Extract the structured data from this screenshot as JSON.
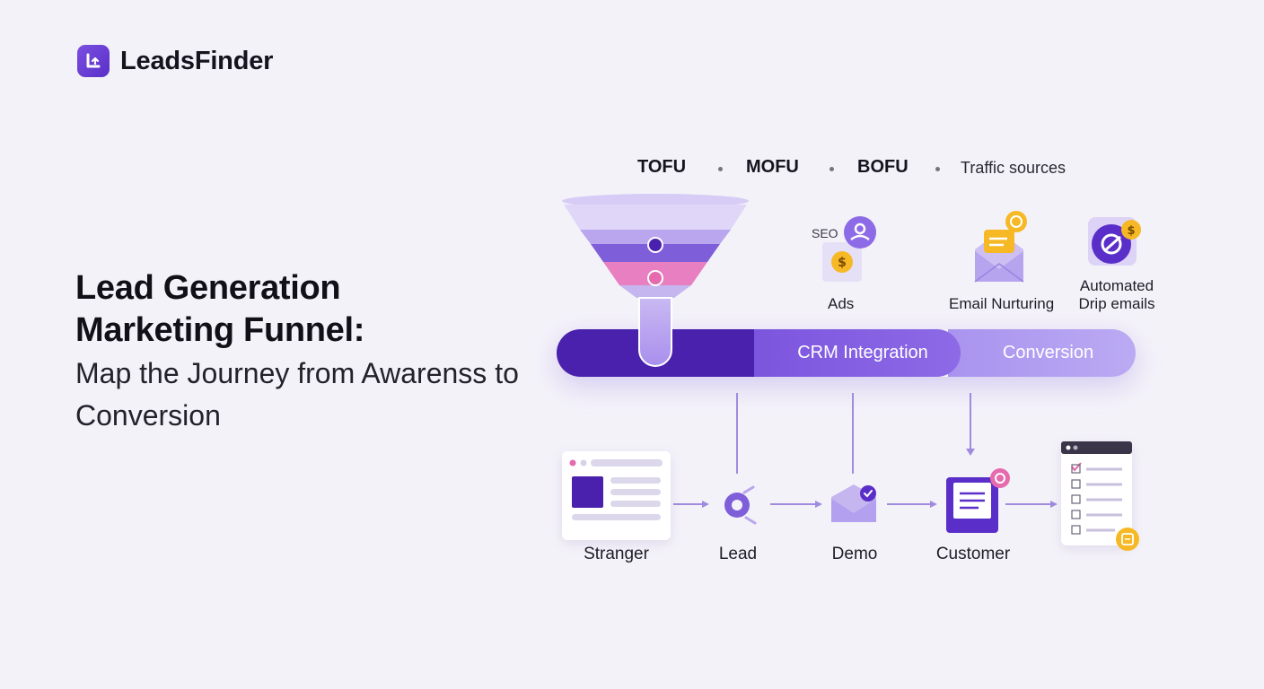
{
  "brand": {
    "name": "LeadsFinder"
  },
  "hero": {
    "title_line1": "Lead Generation",
    "title_line2": "Marketing Funnel:",
    "subtitle_line1": "Map the Journey from Awarenss to",
    "subtitle_line2": "Conversion"
  },
  "legend": {
    "items": [
      "TOFU",
      "MOFU",
      "BOFU",
      "Traffic sources"
    ]
  },
  "channels": {
    "seo_label": "SEO",
    "ads_label": "Ads",
    "email_label": "Email Nurturing",
    "drip_line1": "Automated",
    "drip_line2": "Drip emails"
  },
  "stage_bar": {
    "segment2_label": "CRM Integration",
    "segment3_label": "Conversion"
  },
  "flow": {
    "steps": [
      "Stranger",
      "Lead",
      "Demo",
      "Customer"
    ]
  },
  "colors": {
    "primary": "#4a21ad",
    "accent": "#7c55de",
    "light_accent": "#bbaaf3",
    "pink": "#e772b4",
    "coin": "#f6b925",
    "background": "#f4f2f9"
  }
}
